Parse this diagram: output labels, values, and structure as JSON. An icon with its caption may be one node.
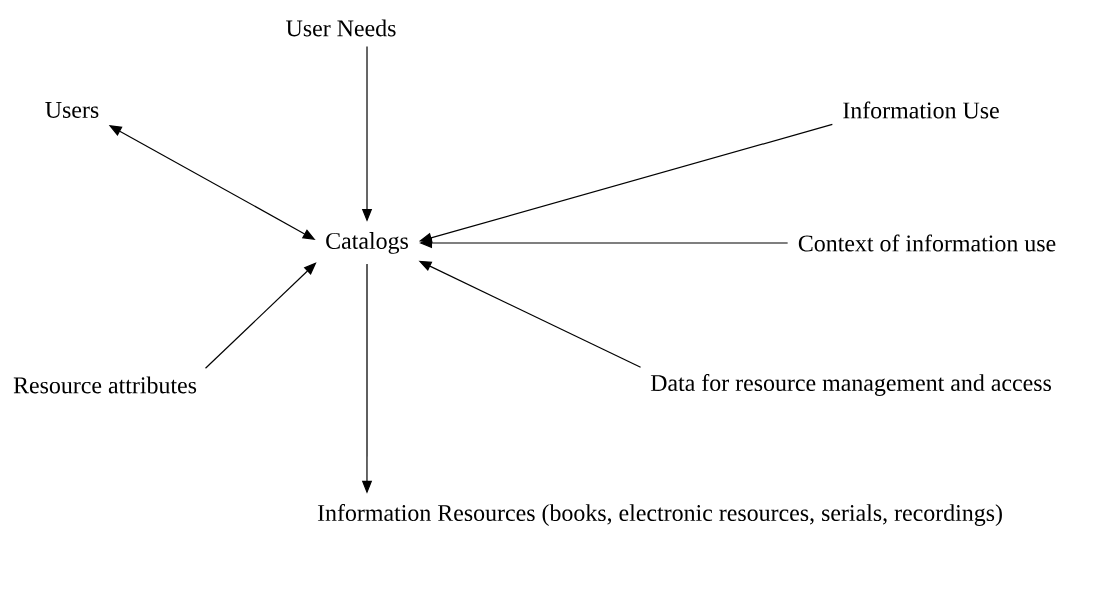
{
  "diagram": {
    "nodes": [
      {
        "text": [
          "User Needs"
        ]
      },
      {
        "text": [
          "Users"
        ]
      },
      {
        "text": [
          "Information Use"
        ]
      },
      {
        "text": [
          "Catalogs"
        ]
      },
      {
        "text": [
          "Context of information use"
        ]
      },
      {
        "text": [
          "Resource attributes"
        ]
      },
      {
        "text": [
          "Data for resource management and access"
        ]
      },
      {
        "text": [
          "Information Resources (books, electronic resources, serials, recordings)"
        ]
      }
    ],
    "edges": [
      {
        "from": 0,
        "to": 3,
        "arrow": "to"
      },
      {
        "from": 1,
        "to": 3,
        "arrow": "both"
      },
      {
        "from": 2,
        "to": 3,
        "arrow": "to"
      },
      {
        "from": 4,
        "to": 3,
        "arrow": "to"
      },
      {
        "from": 5,
        "to": 3,
        "arrow": "to"
      },
      {
        "from": 6,
        "to": 3,
        "arrow": "to"
      },
      {
        "from": 3,
        "to": 7,
        "arrow": "to"
      }
    ]
  }
}
